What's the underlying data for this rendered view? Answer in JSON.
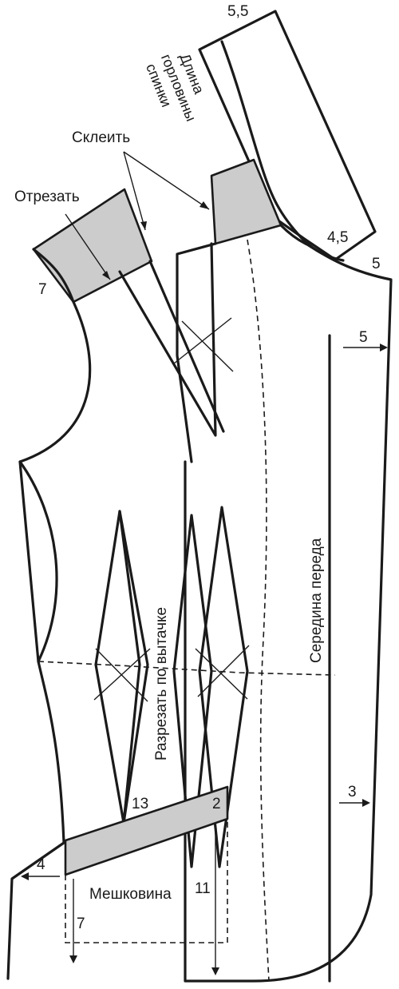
{
  "labels": {
    "neck_value_55": "5,5",
    "neck_length_line1": "Длина",
    "neck_length_line2": "горловины",
    "neck_length_line3": "спинки",
    "glue": "Склеить",
    "cut_off": "Отрезать",
    "value_7_shoulder": "7",
    "value_45": "4,5",
    "value_5_shoulder": "5",
    "value_5_arrow": "5",
    "center_front": "Середина переда",
    "cut_along_dart": "Разрезать по вытачке",
    "value_3_arrow": "3",
    "value_13": "13",
    "value_2": "2",
    "value_4_arrow": "4",
    "burlap": "Мешковина",
    "value_11": "11",
    "value_7_pocket": "7"
  }
}
